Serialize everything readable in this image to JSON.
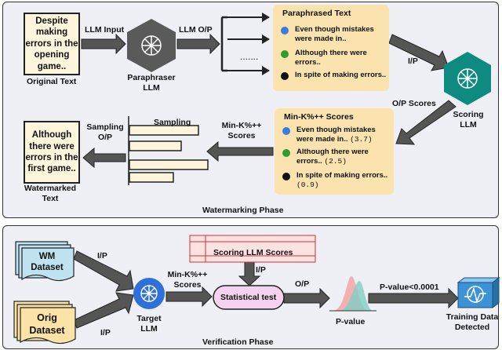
{
  "watermarking": {
    "phase_label": "Watermarking Phase",
    "original_text": "Despite making errors in the opening game..",
    "original_label": "Original Text",
    "llm_input_label": "LLM Input",
    "paraphraser_label": "Paraphraser LLM",
    "llm_op_label": "LLM O/P",
    "paraphrased": {
      "title": "Paraphrased Text",
      "items": [
        {
          "text": "Even though mistakes were made in..",
          "color": "#3b7be0"
        },
        {
          "text": "Although there were errors..",
          "color": "#2e9e33"
        },
        {
          "text": "In spite of making errors..",
          "color": "#111111"
        }
      ]
    },
    "ip_label": "I/P",
    "scoring_llm_label": "Scoring LLM",
    "op_scores_label": "O/P Scores",
    "mink": {
      "title": "Min-K%++ Scores",
      "items": [
        {
          "text": "Even though mistakes were made in..",
          "score": "(3.7)",
          "color": "#3b7be0"
        },
        {
          "text": "Although there were errors..",
          "score": "(2.5)",
          "color": "#2e9e33"
        },
        {
          "text": "In spite of making errors..",
          "score": "(0.9)",
          "color": "#111111"
        }
      ]
    },
    "mink_scores_label": "Min-K%++ Scores",
    "sampling_label": "Sampling",
    "sampling_op_label": "Sampling O/P",
    "watermarked_text": "Although there were errors in the first game..",
    "watermarked_label": "Watermarked Text"
  },
  "verification": {
    "phase_label": "Verification Phase",
    "wm_dataset": "WM Dataset",
    "orig_dataset": "Orig Dataset",
    "ip_label_top": "I/P",
    "ip_label_bottom": "I/P",
    "target_llm_label": "Target LLM",
    "mink_scores_label": "Min-K%++ Scores",
    "scoring_llm_scores": "Scoring LLM Scores",
    "ip_label_mid": "I/P",
    "statistical_test": "Statistical test",
    "op_label": "O/P",
    "pvalue_label": "P-value",
    "pvalue_condition": "P-value<0.0001",
    "detected_label": "Training Data Detected"
  }
}
